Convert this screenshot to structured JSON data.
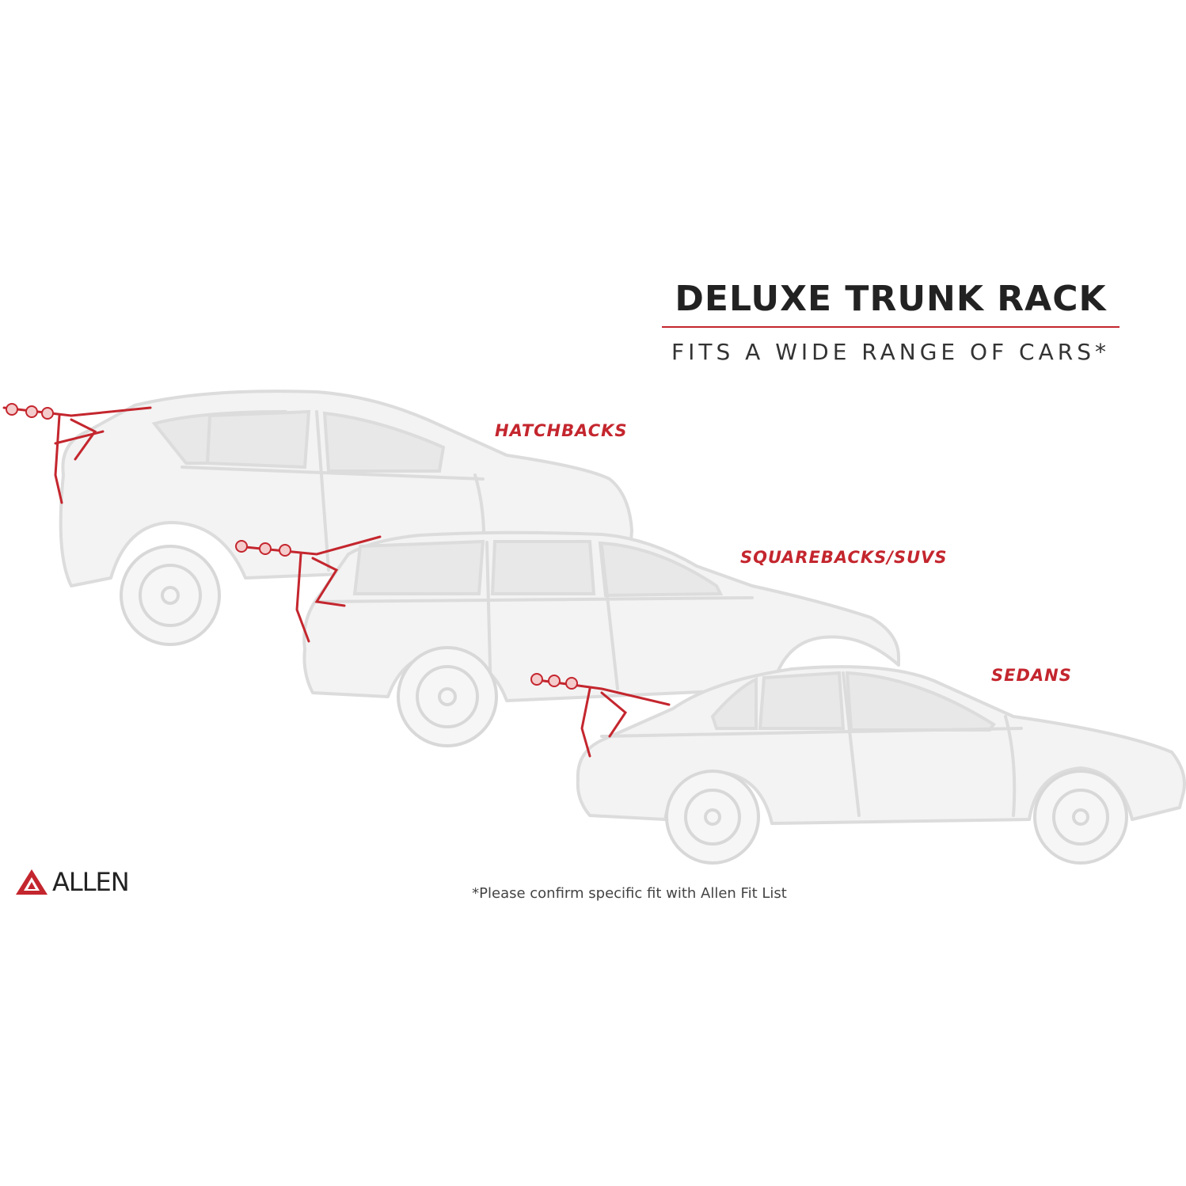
{
  "header": {
    "title": "DELUXE TRUNK RACK",
    "subtitle": "FITS A WIDE RANGE OF CARS*"
  },
  "labels": {
    "hatchbacks": "HATCHBACKS",
    "squarebacks": "SQUAREBACKS/SUVS",
    "sedans": "SEDANS"
  },
  "footnote": "*Please confirm specific fit with Allen Fit List",
  "brand": {
    "name": "ALLEN",
    "accent_color": "#c4262e"
  }
}
